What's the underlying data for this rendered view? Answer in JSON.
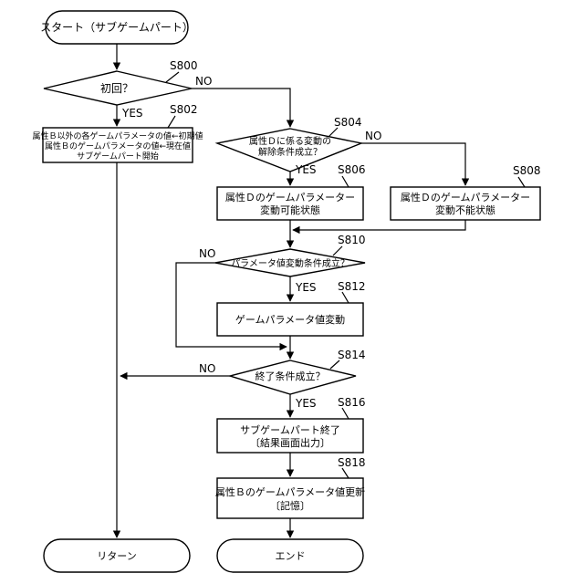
{
  "nodes": {
    "start": "スタート（サブゲームパート）",
    "d800": "初回？",
    "p802": [
      "属性Ｂ以外の各ゲームパラメータの値←初期値",
      "属性Ｂのゲームパラメータの値←現在値",
      "サブゲームパート開始"
    ],
    "d804": [
      "属性Ｄに係る変動の",
      "解除条件成立？"
    ],
    "p806": [
      "属性Ｄのゲームパラメーター",
      "変動可能状態"
    ],
    "p808": [
      "属性Ｄのゲームパラメーター",
      "変動不能状態"
    ],
    "d810": "パラメータ値変動条件成立？",
    "p812": "ゲームパラメータ値変動",
    "d814": "終了条件成立？",
    "p816": [
      "サブゲームパート終了",
      "〔結果画面出力〕"
    ],
    "p818": [
      "属性Ｂのゲームパラメータ値更新",
      "〔記憶〕"
    ],
    "end_return": "リターン",
    "end_end": "エンド"
  },
  "steps": {
    "s800": "S800",
    "s802": "S802",
    "s804": "S804",
    "s806": "S806",
    "s808": "S808",
    "s810": "S810",
    "s812": "S812",
    "s814": "S814",
    "s816": "S816",
    "s818": "S818"
  },
  "branch": {
    "yes": "YES",
    "no": "NO"
  }
}
